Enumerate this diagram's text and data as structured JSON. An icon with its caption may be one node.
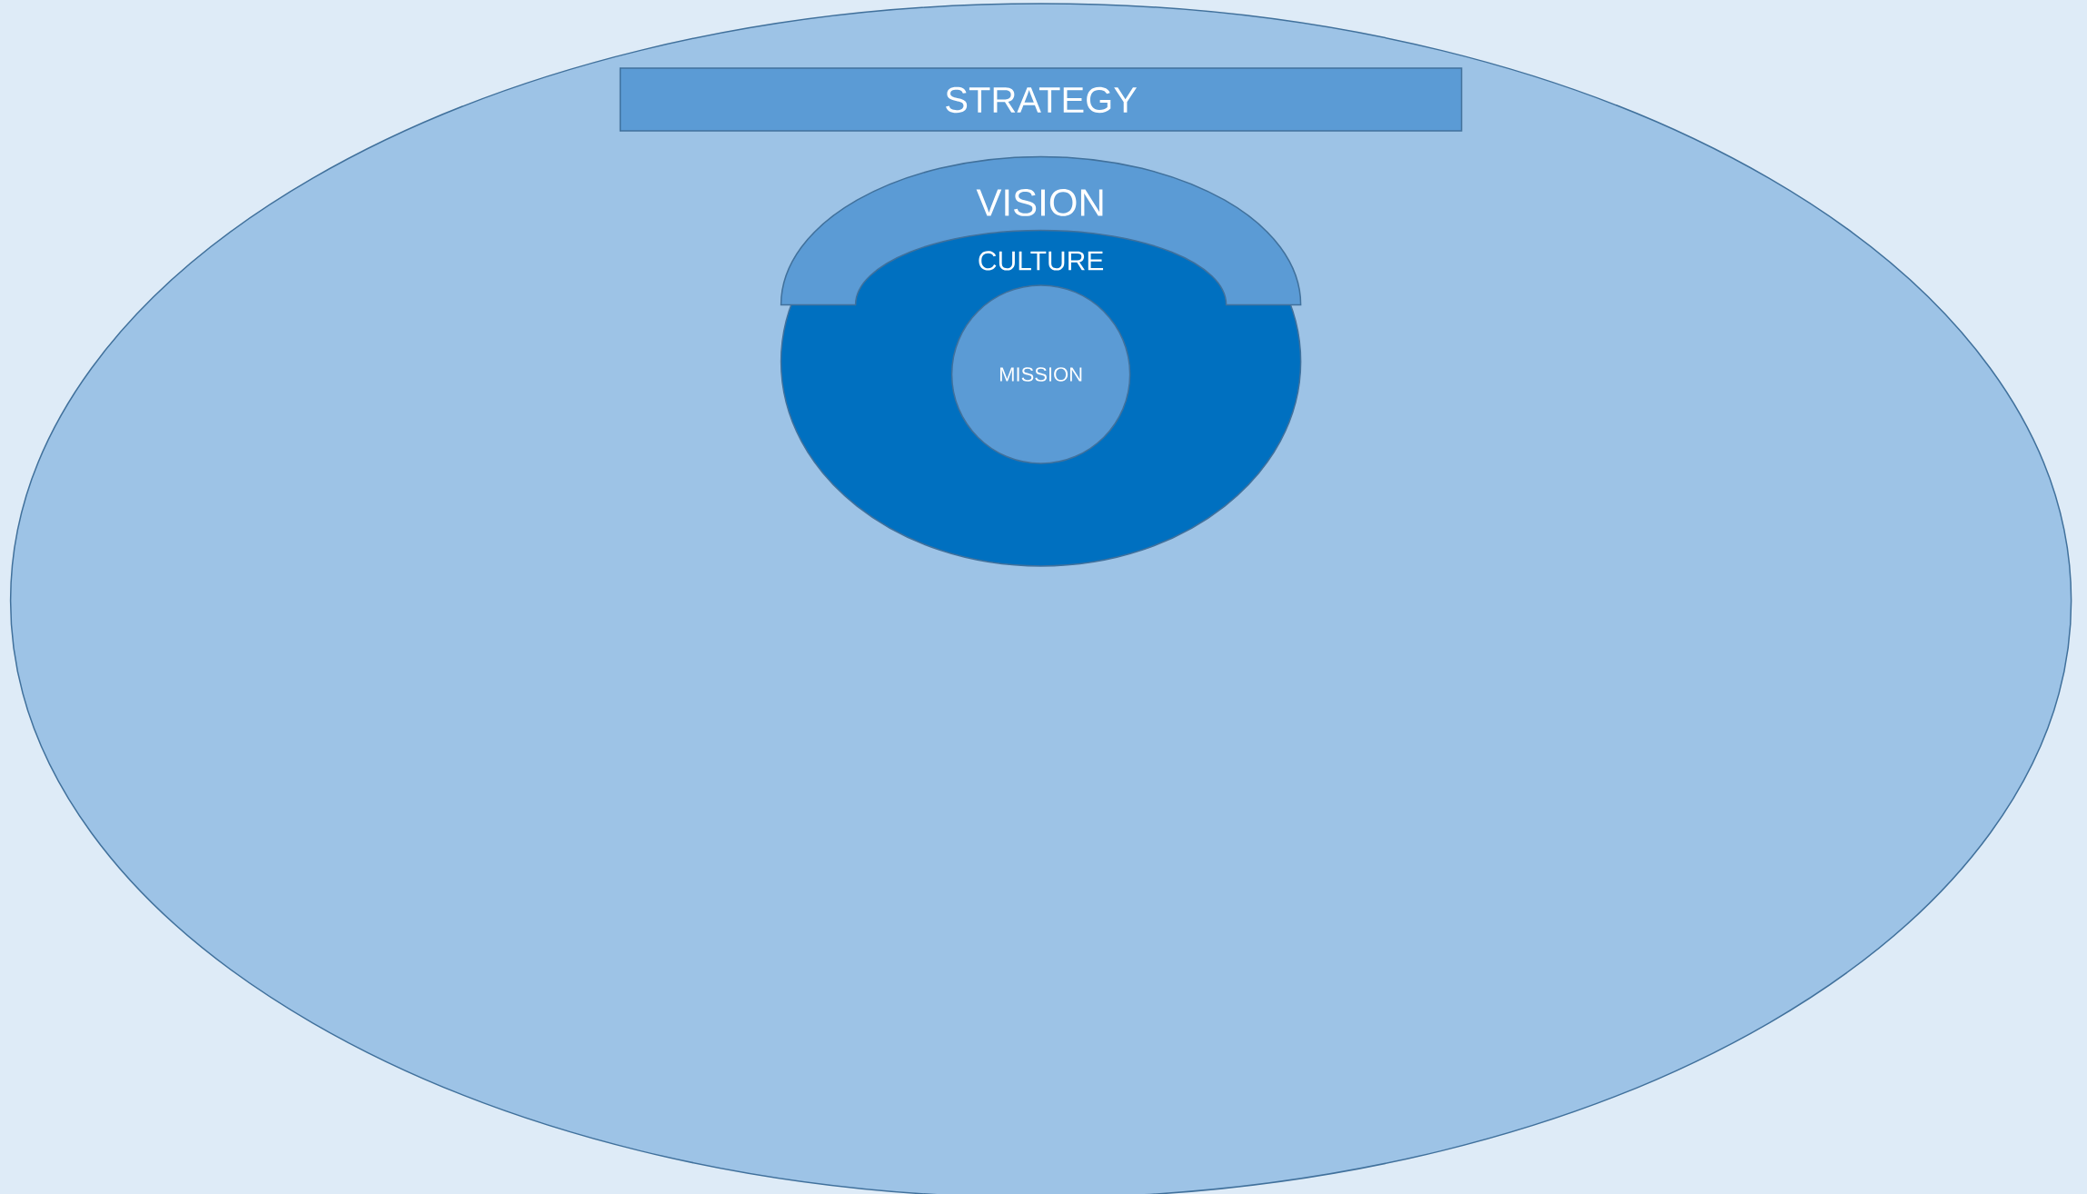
{
  "diagram": {
    "nodes": [
      {
        "text": [],
        "shape": "ellipse"
      },
      {
        "text": [
          "STRATEGY"
        ],
        "in": 0
      },
      {
        "text": [
          "CULTURE"
        ],
        "in": 0
      },
      {
        "text": [
          "VISION"
        ],
        "in": 2
      },
      {
        "text": [
          "MISSION"
        ],
        "in": 2
      }
    ]
  }
}
